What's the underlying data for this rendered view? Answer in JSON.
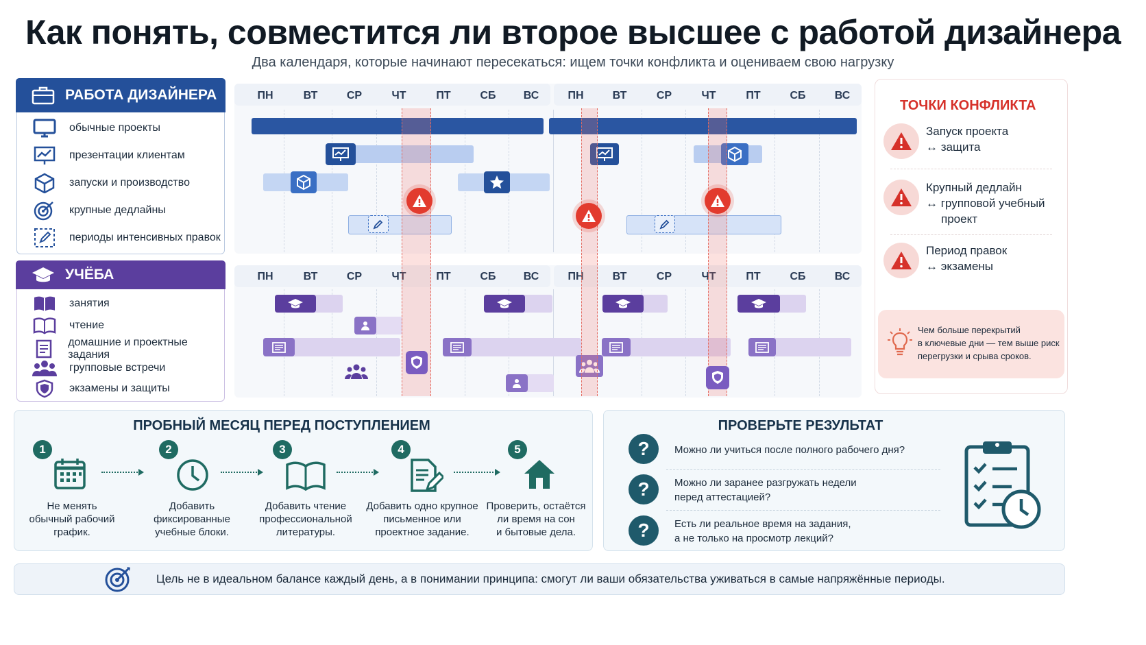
{
  "header": {
    "title": "Как понять, совместится ли второе высшее с работой дизайнера",
    "subtitle": "Два календаря, которые начинают пересекаться: ищем точки конфликта и оцениваем свою нагрузку"
  },
  "work_legend": {
    "title": "РАБОТА ДИЗАЙНЕРА",
    "items": [
      {
        "label": "обычные проекты",
        "icon": "monitor-icon"
      },
      {
        "label": "презентации клиентам",
        "icon": "presentation-icon"
      },
      {
        "label": "запуски и производство",
        "icon": "cube-icon"
      },
      {
        "label": "крупные дедлайны",
        "icon": "target-icon"
      },
      {
        "label": "периоды интенсивных правок",
        "icon": "pencil-box-icon"
      }
    ]
  },
  "study_legend": {
    "title": "УЧЁБА",
    "items": [
      {
        "label": "занятия",
        "icon": "book-open-icon"
      },
      {
        "label": "чтение",
        "icon": "book-icon"
      },
      {
        "label": "домашние и проектные задания",
        "icon": "document-icon"
      },
      {
        "label": "групповые встречи",
        "icon": "group-icon"
      },
      {
        "label": "экзамены и защиты",
        "icon": "shield-icon"
      }
    ]
  },
  "calendar": {
    "days": [
      "ПН",
      "ВТ",
      "СР",
      "ЧТ",
      "ПТ",
      "СБ",
      "ВС"
    ]
  },
  "conflicts": {
    "title": "ТОЧКИ КОНФЛИКТА",
    "items": [
      {
        "line1": "Запуск проекта",
        "line2": "↔ защита",
        "line3": ""
      },
      {
        "line1": "Крупный дедлайн",
        "line2": "↔ групповой учебный",
        "line3": "проект"
      },
      {
        "line1": "Период правок",
        "line2": "↔ экзамены",
        "line3": ""
      }
    ],
    "tip": {
      "line1": "Чем больше перекрытий",
      "line2": "в ключевые дни — тем выше риск",
      "line3": "перегрузки и срыва сроков.",
      "icon": "lightbulb-icon"
    }
  },
  "trial": {
    "title": "ПРОБНЫЙ МЕСЯЦ ПЕРЕД ПОСТУПЛЕНИЕМ",
    "steps": [
      {
        "num": "1",
        "icon": "calendar-icon",
        "line1": "Не менять",
        "line2": "обычный рабочий",
        "line3": "график."
      },
      {
        "num": "2",
        "icon": "clock-icon",
        "line1": "Добавить",
        "line2": "фиксированные",
        "line3": "учебные блоки."
      },
      {
        "num": "3",
        "icon": "open-book-icon",
        "line1": "Добавить чтение",
        "line2": "профессиональной",
        "line3": "литературы."
      },
      {
        "num": "4",
        "icon": "document-pen-icon",
        "line1": "Добавить одно крупное",
        "line2": "письменное или",
        "line3": "проектное задание."
      },
      {
        "num": "5",
        "icon": "house-icon",
        "line1": "Проверить, остаётся",
        "line2": "ли время на сон",
        "line3": "и бытовые дела."
      }
    ]
  },
  "check": {
    "title": "ПРОВЕРЬТЕ РЕЗУЛЬТАТ",
    "questions": [
      {
        "line1": "Можно ли учиться после полного рабочего дня?",
        "line2": ""
      },
      {
        "line1": "Можно ли заранее разгружать недели",
        "line2": "перед аттестацией?"
      },
      {
        "line1": "Есть ли реальное время на задания,",
        "line2": "а не только на просмотр лекций?"
      }
    ],
    "icon": "clipboard-clock-icon"
  },
  "goal": {
    "text": "Цель не в идеальном балансе каждый день, а в понимании принципа: смогут ли ваши обязательства уживаться в самые напряжённые периоды.",
    "icon": "target-icon"
  },
  "colors": {
    "work_blue": "#24509a",
    "study_purple": "#5b3e9e",
    "conflict_red": "#d6312a",
    "teal": "#1f6b62"
  }
}
